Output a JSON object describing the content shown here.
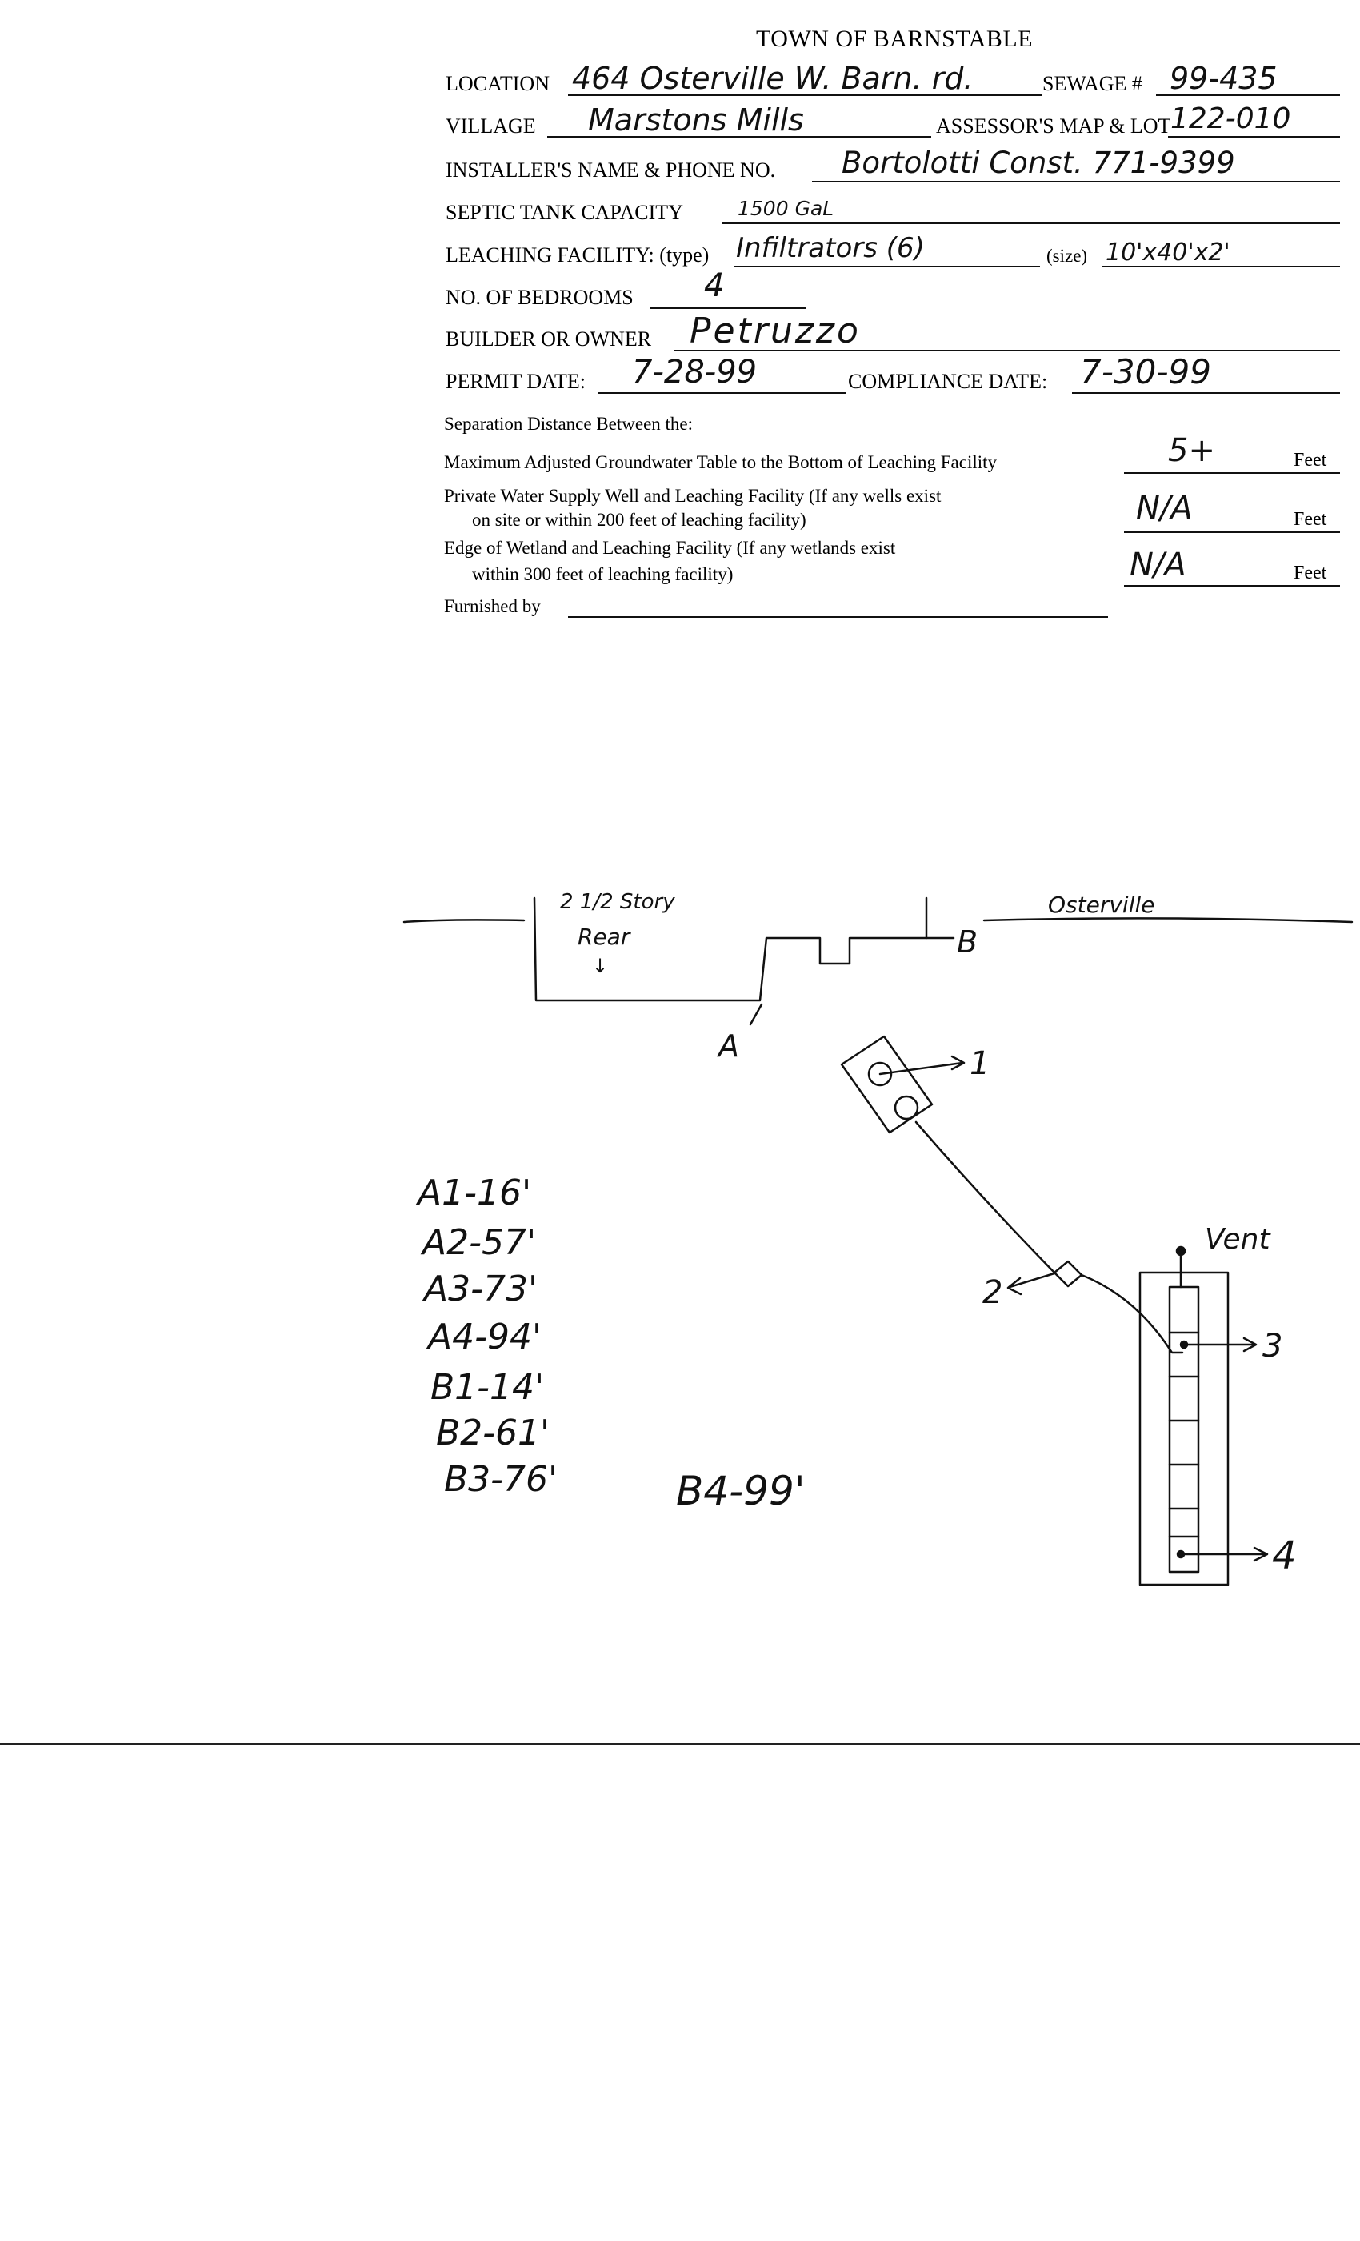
{
  "form": {
    "title": "TOWN OF BARNSTABLE",
    "location_label": "LOCATION",
    "location_value": "464 Osterville W. Barn. rd.",
    "sewage_label": "SEWAGE #",
    "sewage_value": "99-435",
    "village_label": "VILLAGE",
    "village_value": "Marstons Mills",
    "map_lot_label": "ASSESSOR'S MAP & LOT",
    "map_lot_value": "122-010",
    "installer_label": "INSTALLER'S NAME & PHONE NO.",
    "installer_value": "Bortolotti Const. 771-9399",
    "tank_label": "SEPTIC TANK CAPACITY",
    "tank_value": "1500 GaL",
    "leaching_label": "LEACHING FACILITY: (type)",
    "leaching_type_value": "Infiltrators (6)",
    "size_label": "(size)",
    "size_value": "10'x40'x2'",
    "bedrooms_label": "NO. OF BEDROOMS",
    "bedrooms_value": "4",
    "owner_label": "BUILDER OR OWNER",
    "owner_value": "Petruzzo",
    "permit_label": "PERMIT DATE:",
    "permit_value": "7-28-99",
    "compliance_label": "COMPLIANCE DATE:",
    "compliance_value": "7-30-99",
    "separation_heading": "Separation Distance Between the:",
    "groundwater_label": "Maximum Adjusted Groundwater Table to the Bottom of Leaching Facility",
    "groundwater_value": "5+",
    "well_label_1": "Private Water Supply Well and Leaching Facility  (If any wells exist",
    "well_label_2": "on site or within 200 feet of leaching facility)",
    "well_value": "N/A",
    "wetland_label_1": "Edge of Wetland and Leaching Facility (If any wetlands exist",
    "wetland_label_2": "within 300 feet of leaching facility)",
    "wetland_value": "N/A",
    "feet_label": "Feet",
    "furnished_label": "Furnished by"
  },
  "sketch": {
    "house_label_top": "2 1/2 Story",
    "house_label_rear": "Rear",
    "road_label": "Osterville",
    "point_a": "A",
    "point_b": "B",
    "vent_label": "Vent",
    "callouts": [
      "1",
      "2",
      "3",
      "4"
    ],
    "measurements": [
      "A1-16'",
      "A2-57'",
      "A3-73'",
      "A4-94'",
      "B1-14'",
      "B2-61'",
      "B3-76'"
    ],
    "extra_measurement": "B4-99'"
  }
}
